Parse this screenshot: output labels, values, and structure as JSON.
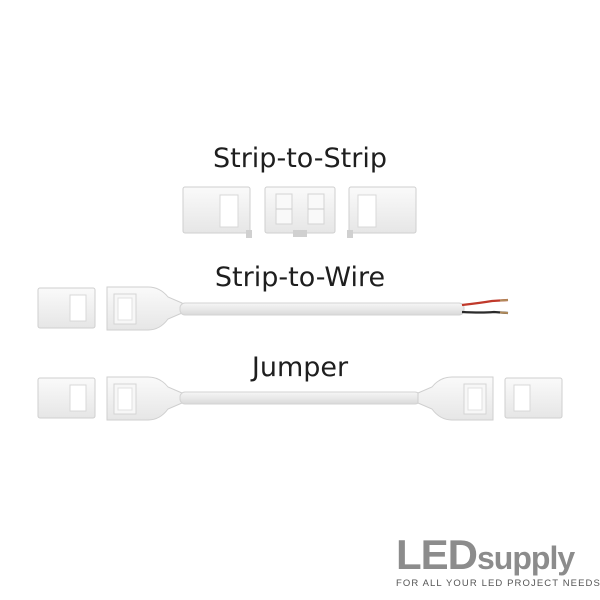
{
  "labels": {
    "strip_to_strip": "Strip-to-Strip",
    "strip_to_wire": "Strip-to-Wire",
    "jumper": "Jumper"
  },
  "logo": {
    "brand_bold": "LED",
    "brand_light": "supply",
    "tagline": "FOR ALL YOUR LED PROJECT NEEDS"
  },
  "colors": {
    "connector_body": "#f3f3f3",
    "connector_edge": "#cfcfcf",
    "cable": "#ececec",
    "wire_red": "#c0392b",
    "wire_black": "#2b2b2b",
    "logo_gray": "#8c8c8c"
  }
}
